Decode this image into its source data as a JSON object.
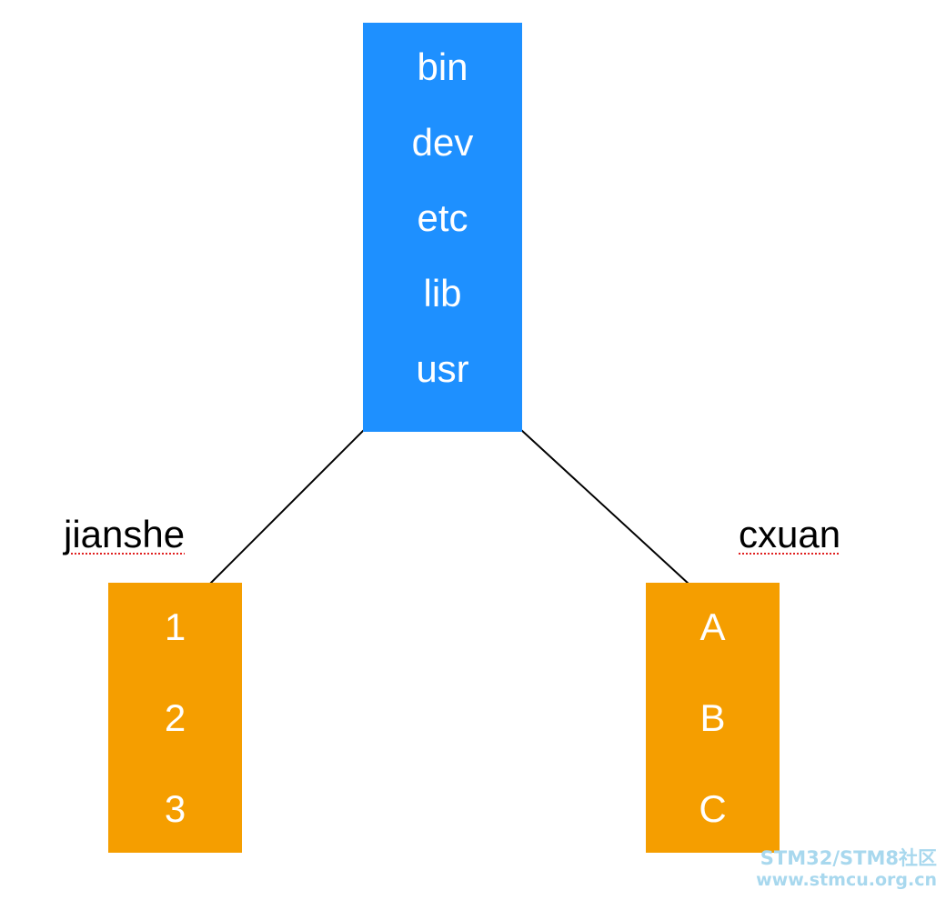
{
  "colors": {
    "root_fill": "#1E90FF",
    "child_fill": "#F59E00",
    "box_text": "#FFFFFF",
    "connector": "#000000",
    "label_text": "#000000",
    "spellcheck_underline": "#E02020",
    "watermark": "#A8D8EE"
  },
  "root": {
    "items": [
      "bin",
      "dev",
      "etc",
      "lib",
      "usr"
    ]
  },
  "children": [
    {
      "label": "jianshe",
      "items": [
        "1",
        "2",
        "3"
      ]
    },
    {
      "label": "cxuan",
      "items": [
        "A",
        "B",
        "C"
      ]
    }
  ],
  "watermark": {
    "line1": "STM32/STM8社区",
    "line2": "www.stmcu.org.cn"
  }
}
